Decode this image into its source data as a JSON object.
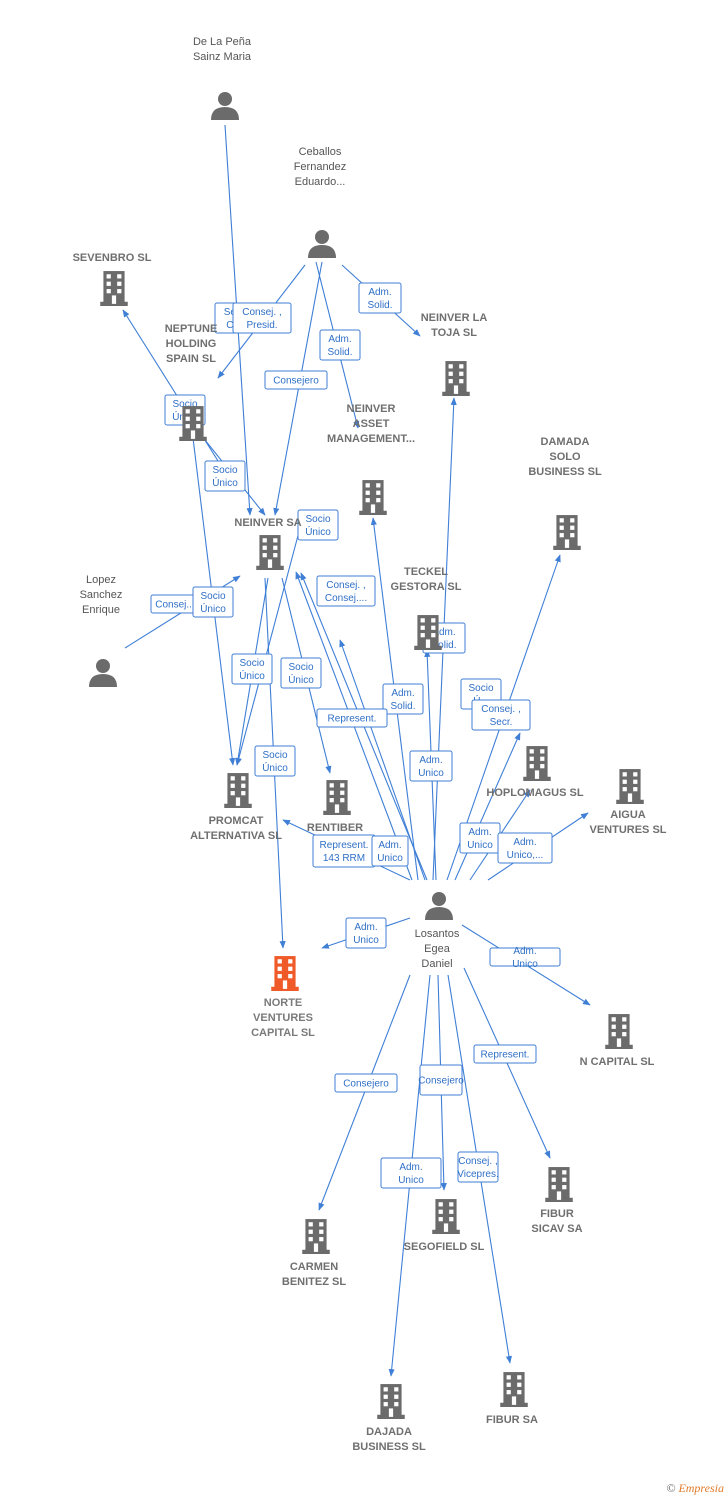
{
  "colors": {
    "edge": "#3f7fd6",
    "node": "#6b6b6b",
    "focus": "#f05a28"
  },
  "nodes": [
    {
      "id": "depena",
      "type": "person",
      "lines": [
        "De La Peña",
        "Sainz Maria"
      ]
    },
    {
      "id": "ceballos",
      "type": "person",
      "lines": [
        "Ceballos",
        "Fernandez",
        "Eduardo..."
      ]
    },
    {
      "id": "sevenbro",
      "type": "company",
      "lines": [
        "SEVENBRO  SL"
      ]
    },
    {
      "id": "neptune",
      "type": "company",
      "lines": [
        "NEPTUNE",
        "HOLDING",
        "SPAIN  SL"
      ]
    },
    {
      "id": "neinvertoja",
      "type": "company",
      "lines": [
        "NEINVER LA",
        "TOJA SL"
      ]
    },
    {
      "id": "neinverasset",
      "type": "company",
      "lines": [
        "NEINVER",
        "ASSET",
        "MANAGEMENT..."
      ]
    },
    {
      "id": "damada",
      "type": "company",
      "lines": [
        "DAMADA",
        "SOLO",
        "BUSINESS SL"
      ]
    },
    {
      "id": "neinversa",
      "type": "company",
      "lines": [
        "NEINVER SA"
      ]
    },
    {
      "id": "lopez",
      "type": "person",
      "lines": [
        "Lopez",
        "Sanchez",
        "Enrique"
      ]
    },
    {
      "id": "teckel",
      "type": "company",
      "lines": [
        "TECKEL",
        "GESTORA SL"
      ]
    },
    {
      "id": "hoplomagus",
      "type": "company",
      "lines": [
        "HOPLOMAGUS SL"
      ]
    },
    {
      "id": "aigua",
      "type": "company",
      "lines": [
        "AIGUA",
        "VENTURES  SL"
      ]
    },
    {
      "id": "promcat",
      "type": "company",
      "lines": [
        "PROMCAT",
        "ALTERNATIVA SL"
      ]
    },
    {
      "id": "rentiber",
      "type": "company",
      "lines": [
        "RENTIBER"
      ]
    },
    {
      "id": "losantos",
      "type": "person",
      "lines": [
        "Losantos",
        "Egea",
        "Daniel"
      ]
    },
    {
      "id": "norte",
      "type": "focus",
      "lines": [
        "NORTE",
        "VENTURES",
        "CAPITAL  SL"
      ]
    },
    {
      "id": "ncapital",
      "type": "company",
      "lines": [
        "N CAPITAL SL"
      ]
    },
    {
      "id": "fiburs",
      "type": "company",
      "lines": [
        "FIBUR",
        "SICAV SA"
      ]
    },
    {
      "id": "segofield",
      "type": "company",
      "lines": [
        "SEGOFIELD SL"
      ]
    },
    {
      "id": "carmen",
      "type": "company",
      "lines": [
        "CARMEN",
        "BENITEZ SL"
      ]
    },
    {
      "id": "dajada",
      "type": "company",
      "lines": [
        "DAJADA",
        "BUSINESS SL"
      ]
    },
    {
      "id": "fibursa",
      "type": "company",
      "lines": [
        "FIBUR SA"
      ]
    }
  ],
  "edge_labels": [
    [
      "Se...",
      "C..."
    ],
    [
      "Consej. ,",
      "Presid."
    ],
    [
      "Adm.",
      "Solid."
    ],
    [
      "Adm.",
      "Solid."
    ],
    [
      "Consejero"
    ],
    [
      "Socio",
      "Único"
    ],
    [
      "Socio",
      "Único"
    ],
    [
      "Socio",
      "Único"
    ],
    [
      "Consej..."
    ],
    [
      "Socio",
      "Único"
    ],
    [
      "Consej. ,",
      "Consej...."
    ],
    [
      "Socio",
      "Único"
    ],
    [
      "Socio",
      "Único"
    ],
    [
      "Adm.",
      "Solid."
    ],
    [
      "Socio",
      "Ú..."
    ],
    [
      "Adm.",
      "Solid."
    ],
    [
      "Consej. ,",
      "Secr."
    ],
    [
      "Represent."
    ],
    [
      "Socio",
      "Único"
    ],
    [
      "Adm.",
      "Unico"
    ],
    [
      "Adm.",
      "Unico"
    ],
    [
      "Adm.",
      "Unico,..."
    ],
    [
      "Represent.",
      "143 RRM"
    ],
    [
      "Adm.",
      "Unico"
    ],
    [
      "Adm.",
      "Unico"
    ],
    [
      "Represent."
    ],
    [
      "Consejero"
    ],
    [
      "Consejero"
    ],
    [
      "Adm.",
      "Unico"
    ],
    [
      "Consej. ,",
      "Vicepres."
    ],
    [
      "Adm.",
      "Unico"
    ]
  ],
  "footer": {
    "copyright": "©",
    "brand": "Empresia"
  }
}
